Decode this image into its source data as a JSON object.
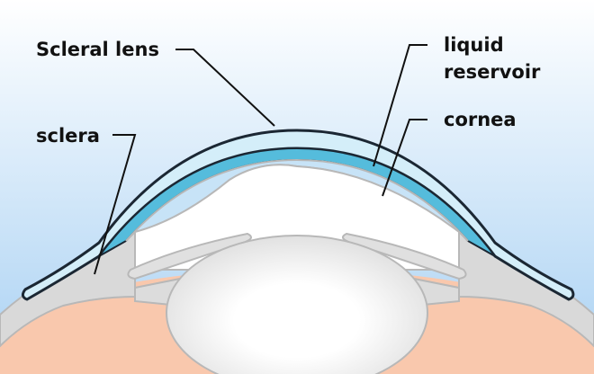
{
  "labels": {
    "scleral_lens": "Scleral lens",
    "sclera": "sclera",
    "liquid_reservoir_1": "liquid",
    "liquid_reservoir_2": "reservoir",
    "cornea": "cornea"
  },
  "colors": {
    "background_top": "#ffffff",
    "background_bottom": "#a9d1f3",
    "scleral_lens": "#d4eef9",
    "liquid_reservoir": "#55bcdc",
    "cornea": "#ffffff",
    "sclera": "#d9d9d9",
    "tissue": "#f9c8ad",
    "outline": "#1b2733"
  }
}
